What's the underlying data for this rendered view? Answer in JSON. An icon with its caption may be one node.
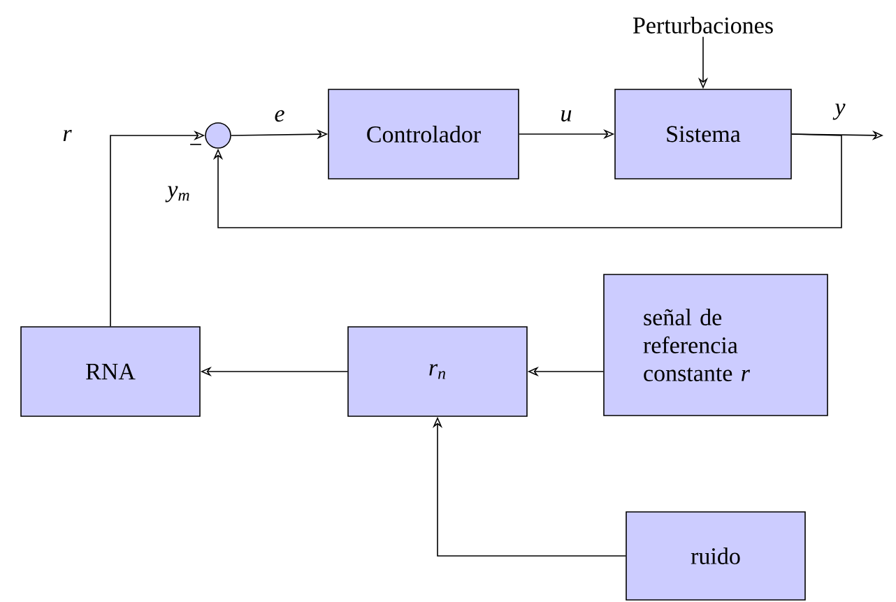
{
  "diagram": {
    "nodes": [
      {
        "text": [],
        "shape": "circle"
      },
      {
        "text": [
          "Controlador"
        ]
      },
      {
        "text": [
          "Sistema"
        ]
      },
      {
        "text": [
          "RNA"
        ]
      },
      {
        "text": [
          "r$_{n}$"
        ]
      },
      {
        "text": [
          "señal de referencia constante *r*"
        ]
      },
      {
        "text": [
          "ruido"
        ]
      },
      {
        "text": [
          "Perturbaciones"
        ]
      }
    ],
    "edges": [
      {
        "from": 3,
        "to": 0,
        "arrow": "to",
        "label": "r"
      },
      {
        "from": 0,
        "to": 1,
        "arrow": "to",
        "label": "e"
      },
      {
        "from": 1,
        "to": 2,
        "arrow": "to",
        "label": "u"
      },
      {
        "from": 2,
        "to": null,
        "arrow": "to",
        "label": "y"
      },
      {
        "from": 2,
        "to": 0,
        "arrow": "to",
        "label": "y$_{m}$"
      },
      {
        "from": 4,
        "to": 3,
        "arrow": "to"
      },
      {
        "from": 5,
        "to": 4,
        "arrow": "to"
      },
      {
        "from": 6,
        "to": 4,
        "arrow": "to"
      },
      {
        "from": 7,
        "to": 2,
        "arrow": "to"
      }
    ],
    "labels": [
      "−"
    ]
  }
}
